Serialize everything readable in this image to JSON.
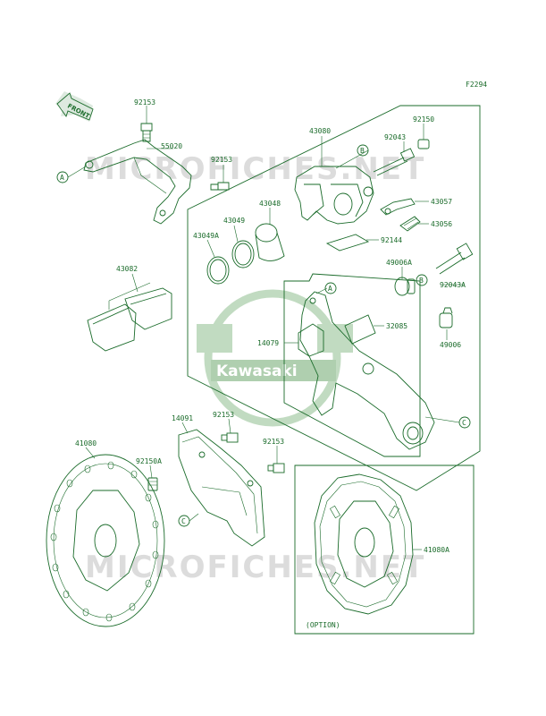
{
  "figure_code": "F2294",
  "front_arrow_label": "FRONT",
  "watermark": "MICROFICHES.NET",
  "logo_text": "Kawasaki",
  "option_label": "(OPTION)",
  "ref_markers": {
    "a": "A",
    "b": "B",
    "c": "C"
  },
  "parts": {
    "p92153_top": "92153",
    "p55020": "55020",
    "p92153_bracket": "92153",
    "p43080": "43080",
    "p92150": "92150",
    "p92043": "92043",
    "p43057": "43057",
    "p43056": "43056",
    "p43049": "43049",
    "p43048": "43048",
    "p43049a": "43049A",
    "p92144": "92144",
    "p43082": "43082",
    "p49006a": "49006A",
    "p92043a": "92043A",
    "p32085": "32085",
    "p14079": "14079",
    "p49006": "49006",
    "p14091": "14091",
    "p92153_guard1": "92153",
    "p92153_guard2": "92153",
    "p41080": "41080",
    "p92150a": "92150A",
    "p41080a": "41080A"
  }
}
